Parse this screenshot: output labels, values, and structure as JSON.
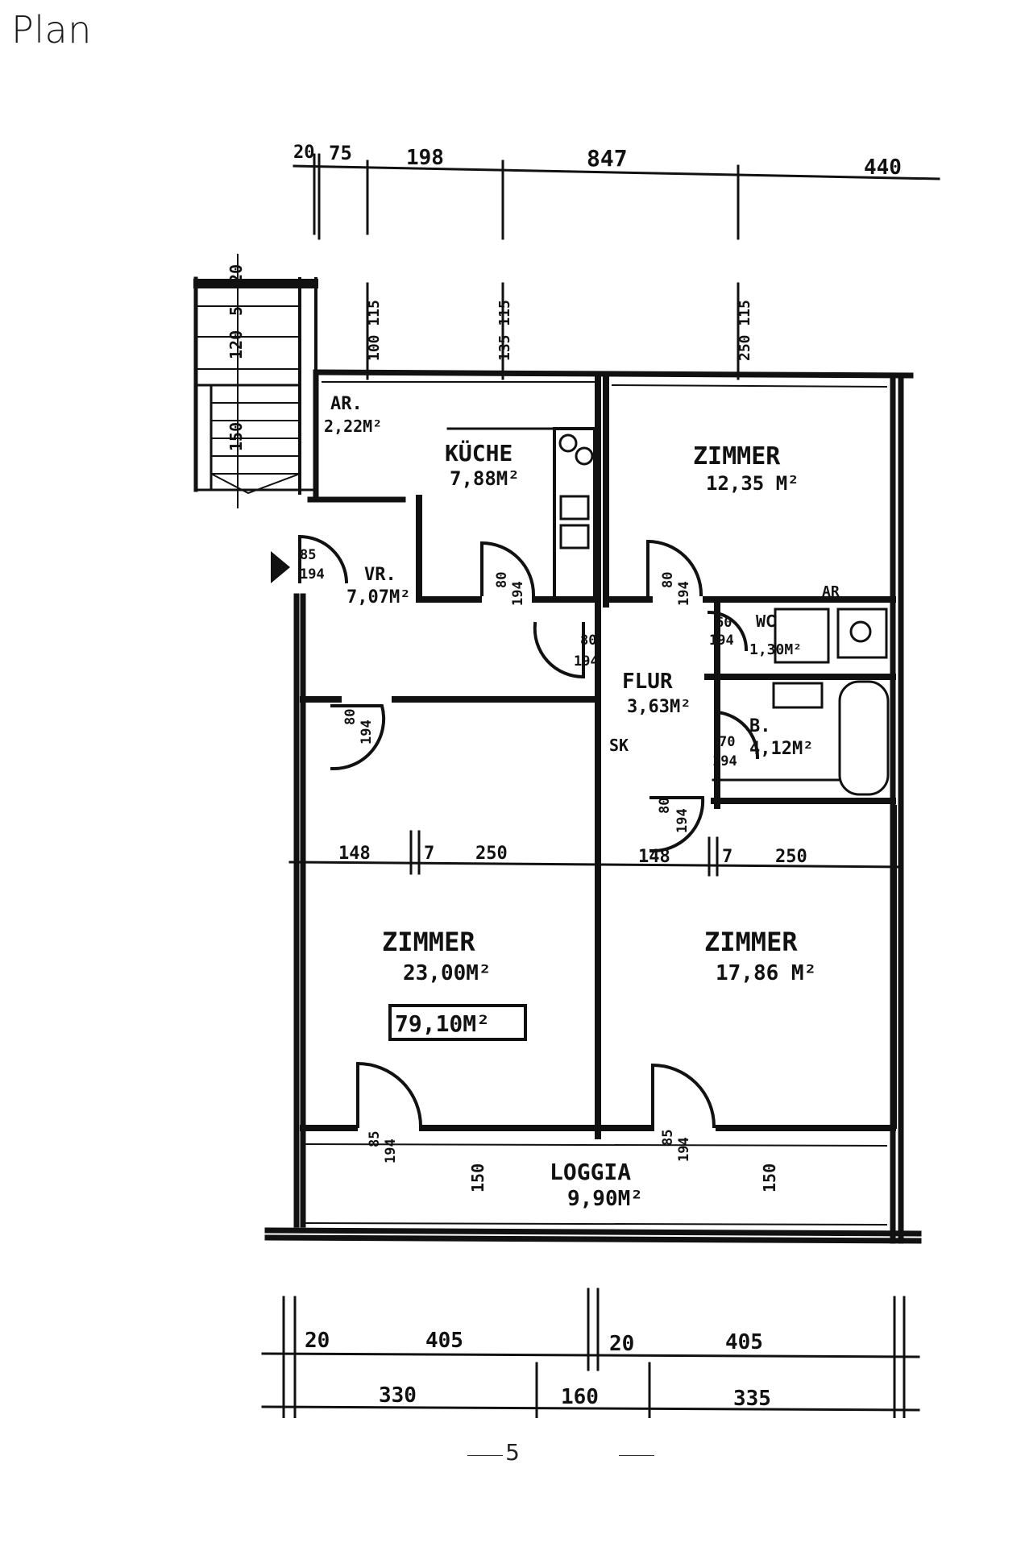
{
  "page": {
    "title": "Plan",
    "page_number": "5"
  },
  "plan": {
    "top_dimensions": [
      "20",
      "75",
      "198",
      "847",
      "440"
    ],
    "stair_dimensions": [
      "20",
      "120",
      "5",
      "150"
    ],
    "window_dimensions": [
      "100 115",
      "135 115",
      "250 115"
    ],
    "rooms": {
      "ar": {
        "name": "AR.",
        "area": "2,22M²"
      },
      "kueche": {
        "name": "KÜCHE",
        "area": "7,88M²"
      },
      "zimmer_1": {
        "name": "ZIMMER",
        "area": "12,35 M²"
      },
      "vr": {
        "name": "VR.",
        "area": "7,07M²"
      },
      "flur": {
        "name": "FLUR",
        "area": "3,63M²"
      },
      "wc": {
        "name": "WC",
        "area": "1,30M²"
      },
      "ar_2": {
        "name": "AR"
      },
      "bad": {
        "name": "B.",
        "area": "4,12M²"
      },
      "sk": {
        "name": "SK"
      },
      "zimmer_2": {
        "name": "ZIMMER",
        "area": "23,00M²"
      },
      "zimmer_3": {
        "name": "ZIMMER",
        "area": "17,86 M²"
      },
      "loggia": {
        "name": "LOGGIA",
        "area": "9,90M²"
      }
    },
    "total_area": "79,10M²",
    "doors": {
      "entry": {
        "width": "85",
        "height": "194"
      },
      "kueche": {
        "width": "80",
        "height": "194"
      },
      "zimmer_1": {
        "width": "80",
        "height": "194"
      },
      "flur": {
        "width": "80",
        "height": "194"
      },
      "wc": {
        "width": "60",
        "height": "194"
      },
      "vr_lower": {
        "width": "80",
        "height": "194"
      },
      "bad": {
        "width": "70",
        "height": "194"
      },
      "sk_lower": {
        "width": "80",
        "height": "194"
      },
      "zimmer_2": {
        "width": "85",
        "height": "194"
      },
      "zimmer_3": {
        "width": "85",
        "height": "194"
      }
    },
    "middle_dimensions": [
      "148",
      "7",
      "250",
      "148",
      "7",
      "250"
    ],
    "loggia_windows": [
      "150",
      "150"
    ],
    "bottom_dimensions_row1": [
      "20",
      "405",
      "20",
      "405"
    ],
    "bottom_dimensions_row2": [
      "330",
      "160",
      "335"
    ]
  }
}
